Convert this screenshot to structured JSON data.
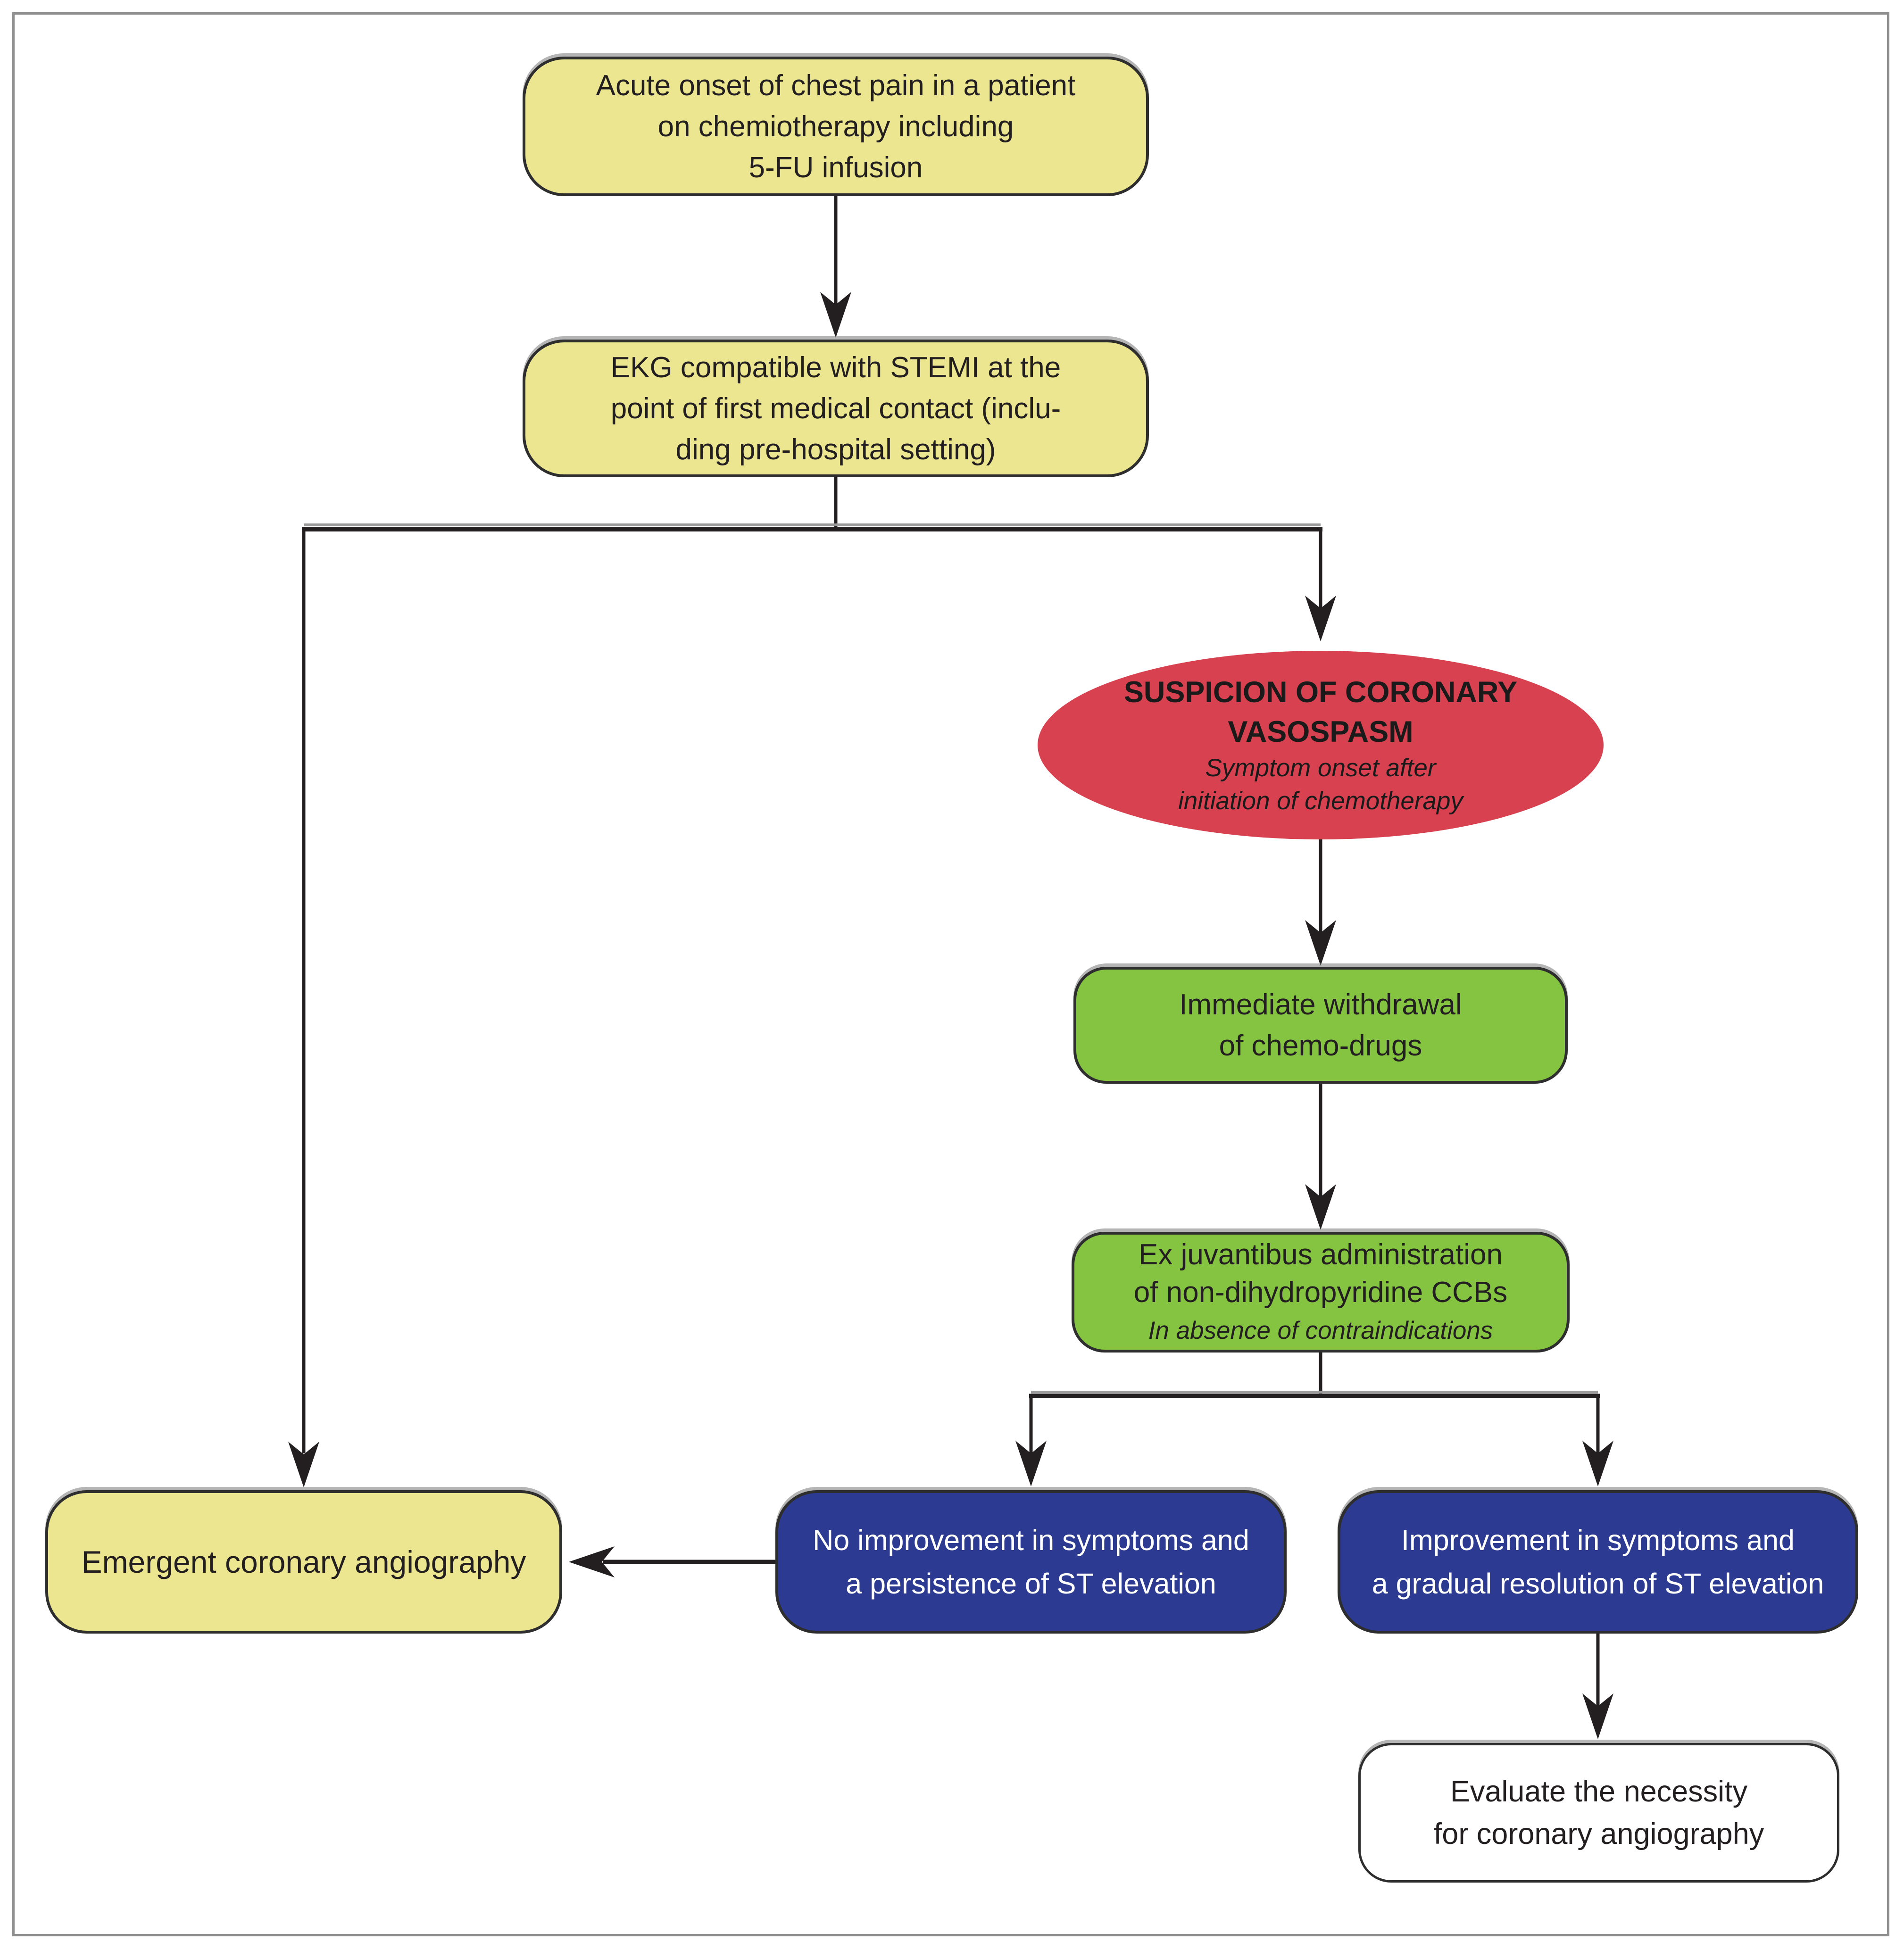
{
  "figure": {
    "type": "flowchart",
    "background": "#ffffff",
    "frame_border_color": "#8f8f8f",
    "line_color": "#231f20",
    "palette": {
      "yellow": "#ebe68f",
      "red": "#d8414f",
      "green": "#84c441",
      "blue": "#2c3a92",
      "white": "#ffffff",
      "text_dark": "#231f20",
      "text_light": "#ffffff"
    },
    "nodes": {
      "chest_pain": {
        "color": "yellow",
        "lines": [
          "Acute onset of chest pain in a patient",
          "on chemiotherapy including",
          "5-FU infusion"
        ]
      },
      "ekg_stemi": {
        "color": "yellow",
        "lines": [
          "EKG compatible with STEMI at the",
          "point of first medical contact (inclu-",
          "ding pre-hospital setting)"
        ]
      },
      "suspicion": {
        "color": "red",
        "title_lines": [
          "SUSPICION OF CORONARY",
          "VASOSPASM"
        ],
        "subtitle_lines": [
          "Symptom onset after",
          "initiation of chemotherapy"
        ]
      },
      "immediate_withdrawal": {
        "color": "green",
        "lines": [
          "Immediate withdrawal",
          "of chemo-drugs"
        ]
      },
      "ex_juvantibus": {
        "color": "green",
        "lines": [
          "Ex juvantibus administration",
          "of non-dihydropyridine CCBs"
        ],
        "note": "In absence of contraindications"
      },
      "no_improvement": {
        "color": "blue",
        "lines": [
          "No improvement in symptoms and",
          "a persistence of ST elevation"
        ]
      },
      "improvement": {
        "color": "blue",
        "lines": [
          "Improvement in symptoms and",
          "a gradual resolution of ST elevation"
        ]
      },
      "emergent_angiography": {
        "color": "yellow",
        "lines": [
          "Emergent coronary angiography"
        ]
      },
      "evaluate_necessity": {
        "color": "white",
        "lines": [
          "Evaluate the necessity",
          "for coronary angiography"
        ]
      }
    },
    "edges": [
      {
        "from": "chest_pain",
        "to": "ekg_stemi"
      },
      {
        "from": "ekg_stemi",
        "to": "suspicion"
      },
      {
        "from": "ekg_stemi",
        "to": "emergent_angiography"
      },
      {
        "from": "suspicion",
        "to": "immediate_withdrawal"
      },
      {
        "from": "immediate_withdrawal",
        "to": "ex_juvantibus"
      },
      {
        "from": "ex_juvantibus",
        "to": "no_improvement"
      },
      {
        "from": "ex_juvantibus",
        "to": "improvement"
      },
      {
        "from": "no_improvement",
        "to": "emergent_angiography"
      },
      {
        "from": "improvement",
        "to": "evaluate_necessity"
      }
    ]
  }
}
